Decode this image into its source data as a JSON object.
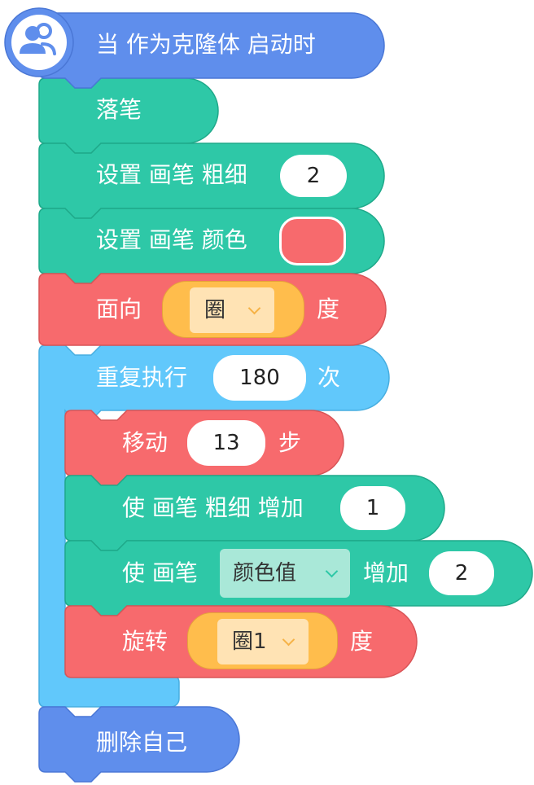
{
  "hat": {
    "label": "当 作为克隆体 启动时",
    "icon": "users-icon"
  },
  "blocks": {
    "pen_down": {
      "label": "落笔"
    },
    "set_size": {
      "label": "设置 画笔 粗细",
      "value": "2"
    },
    "set_color": {
      "label": "设置 画笔 颜色",
      "color": "#f76a6d"
    },
    "point": {
      "label": "面向",
      "option": "圈",
      "suffix": "度"
    },
    "repeat": {
      "label": "重复执行",
      "value": "180",
      "suffix": "次"
    },
    "move": {
      "label": "移动",
      "value": "13",
      "suffix": "步"
    },
    "change_size": {
      "label": "使 画笔 粗细 增加",
      "value": "1"
    },
    "change_param": {
      "label": "使 画笔",
      "option": "颜色值",
      "mid": "增加",
      "value": "2"
    },
    "turn": {
      "label": "旋转",
      "option": "圈1",
      "suffix": "度"
    },
    "delete_clone": {
      "label": "删除自己"
    }
  },
  "colors": {
    "events": "#5f8eec",
    "pen": "#2ec8a7",
    "motion": "#f76a6d",
    "control": "#61c8fb",
    "variable": "#ffbd4c"
  }
}
